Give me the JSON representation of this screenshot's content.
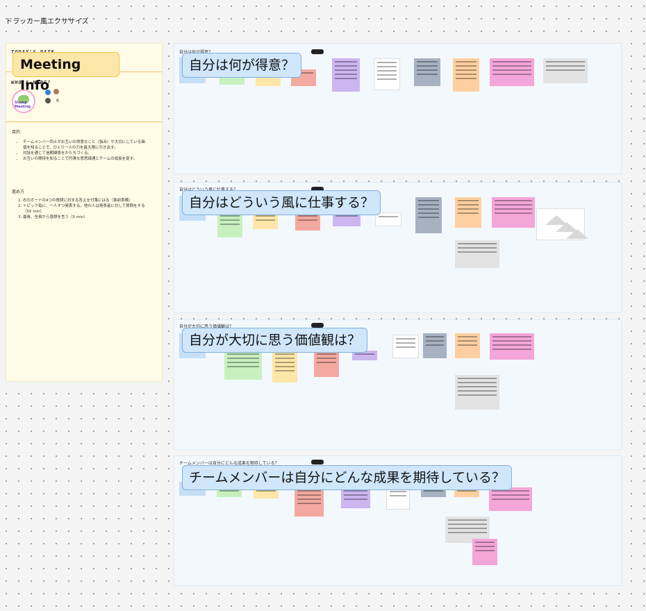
{
  "board": {
    "title": "ドラッカー風エクササイズ"
  },
  "info": {
    "today_label": "TODAY'S DATE",
    "who_label": "WHO'S HERE?",
    "logo_text": "Stamp Meeting",
    "attendee_initial": "R",
    "purpose_title": "目的",
    "purpose_items": [
      "チームメンバー同士がお互いの得意なこと（強み）や大切にしている価値を知ることで、ひとり一人の力を最大限に引き出す。",
      "対話を通じて信頼関係をかたちづくる。",
      "お互いの期待を知ることで円滑な意思疎通とチームの成長を促す。"
    ],
    "steps_title": "進め方",
    "steps": [
      "右のボードの4つの質問に対する答えを付箋にはる（事前準備）",
      "トピック毎に、一人ずつ発表する。他の人は発表者に対して質問をする （55 min）",
      "最後、全員から感想を言う（5 min）"
    ]
  },
  "labels": {
    "meeting_info": "Meeting Info",
    "q1": "自分は何が得意？",
    "q2": "自分はどういう風に仕事する？",
    "q3": "自分が大切に思う価値観は？",
    "q4": "チームメンバーは自分にどんな成果を期待している？"
  },
  "frames": {
    "f1_caption": "自分は何が得意？",
    "f2_caption": "自分はどういう風に仕事する？",
    "f3_caption": "自分が大切に思う価値観は？",
    "f4_caption": "チームメンバーは自分にどんな成果を期待している？"
  },
  "colors": {
    "sticky_blue": "#c5dff7",
    "sticky_green": "#c8f0bf",
    "sticky_yellow": "#fde6a8",
    "sticky_salmon": "#f3a9a0",
    "sticky_purple": "#ccb5f0",
    "sticky_slate": "#a6b2c2",
    "sticky_orange": "#fdcfa0",
    "sticky_pink": "#f4a5d9",
    "sticky_gray": "#e3e3e3"
  }
}
